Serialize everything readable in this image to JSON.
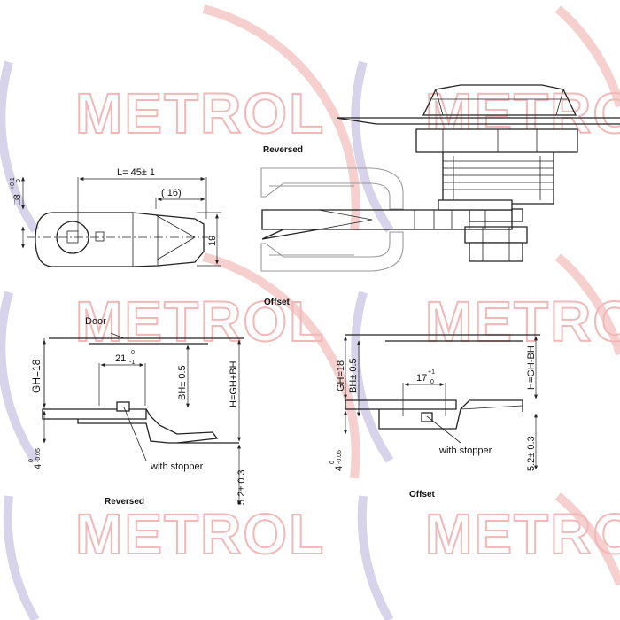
{
  "watermark": {
    "text": "METROL",
    "color": "#f2b8b8"
  },
  "labels": {
    "reversed_top": "Reversed",
    "offset_top": "Offset",
    "reversed_bottom": "Reversed",
    "offset_bottom": "Offset",
    "door": "Door",
    "with_stopper_left": "with stopper",
    "with_stopper_right": "with stopper"
  },
  "dimensions": {
    "length": "L= 45± 1",
    "ref_16": "( 16)",
    "square": "□8",
    "square_tol_upper": "+0.1",
    "square_tol_lower": "0",
    "width_19": "19",
    "gh_left": "GH=18",
    "dim_21": "21",
    "dim_21_tol_upper": "0",
    "dim_21_tol_lower": "-1",
    "bh_left": "BH± 0.5",
    "h_left": "H=GH+BH",
    "four_left": "4",
    "four_left_tol_upper": "0",
    "four_left_tol_lower": "-0.05",
    "five_left": "5.2± 0.3",
    "gh_right": "GH=18",
    "bh_right": "BH± 0.5",
    "dim_17": "17",
    "dim_17_tol_upper": "+1",
    "dim_17_tol_lower": "0",
    "h_right": "H=GH-BH",
    "four_right": "4",
    "four_right_tol_upper": "0",
    "four_right_tol_lower": "-0.05",
    "five_right": "5.2± 0.3"
  }
}
